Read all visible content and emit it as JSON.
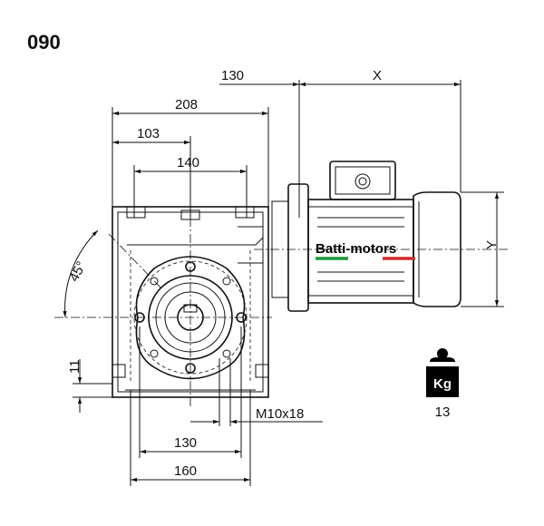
{
  "title": "090",
  "brand": {
    "name": "Batti-motors",
    "accent_green": "#1a9a3c",
    "accent_red": "#d42a2a"
  },
  "dimensions": {
    "d130_top": "130",
    "x": "X",
    "d208": "208",
    "d103": "103",
    "d140": "140",
    "angle": "45°",
    "y": "Y",
    "d11": "11",
    "thread": "M10x18",
    "d130_bottom": "130",
    "d160": "160"
  },
  "weight": {
    "icon": "kg-weight-icon",
    "unit": "Kg",
    "value": "13"
  }
}
